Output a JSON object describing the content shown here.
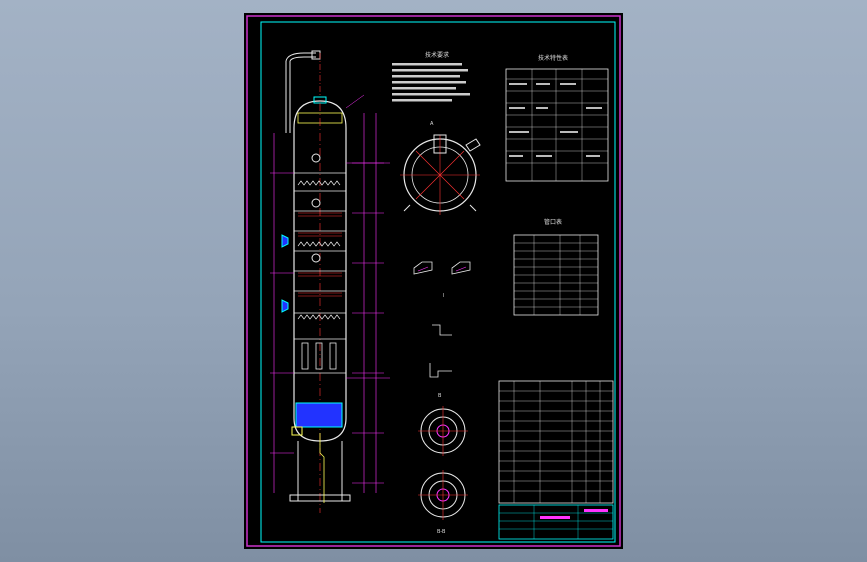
{
  "colors": {
    "background": "#9aa9bc",
    "sheet": "#000000",
    "frame": "#cc33cc",
    "border": "#00ffff",
    "shell": "#e8e8e8",
    "dimension": "#ff33ff",
    "centerline": "#ff3333",
    "pipe": "#ffff55",
    "fill": "#2233ff",
    "table_text": "#dddddd"
  },
  "labels": {
    "tech_requirements_title": "技术要求",
    "tech_spec_title": "技术特性表",
    "nozzle_table_title": "管口表",
    "view_a": "A",
    "view_b": "B",
    "detail_i": "I",
    "bottom_label": "B-B"
  },
  "icons": {
    "section_view": "circle-section-icon",
    "flange": "flange-icon"
  }
}
